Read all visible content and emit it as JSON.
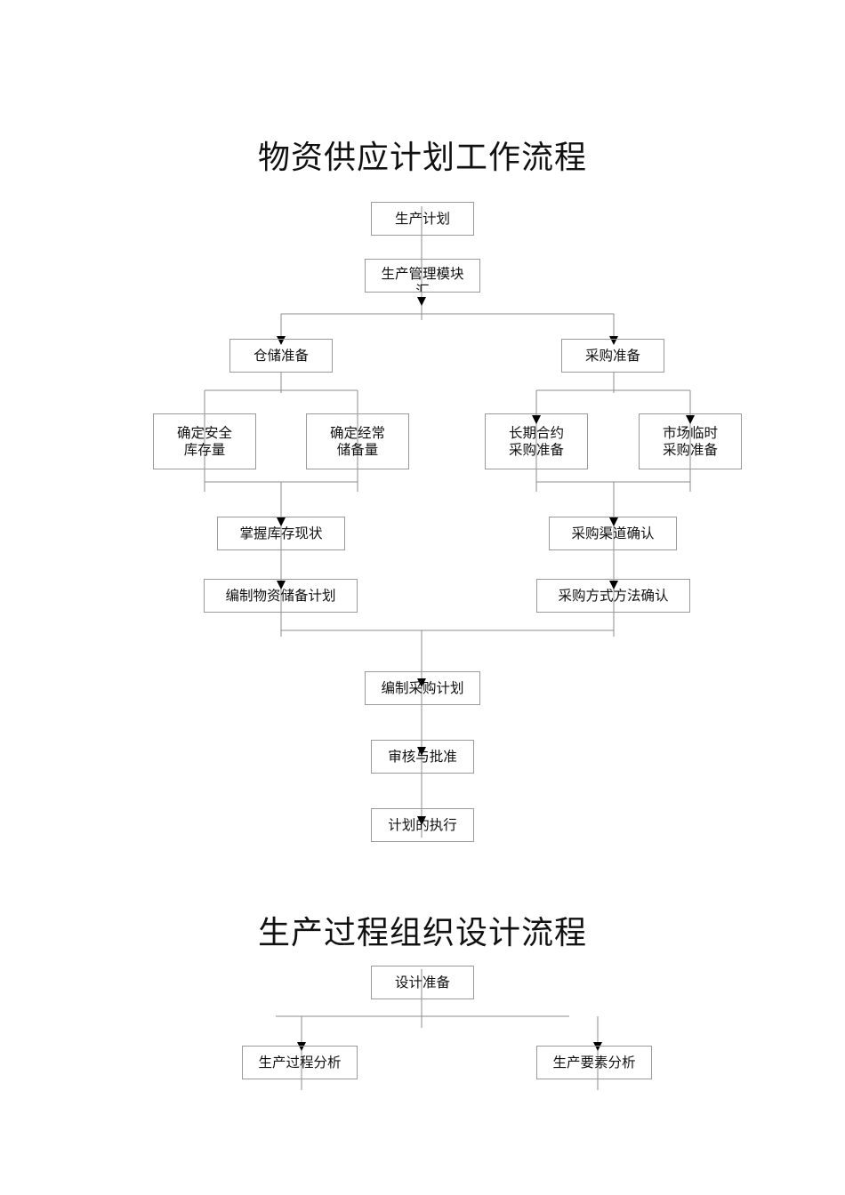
{
  "flow1": {
    "title": "物资供应计划工作流程",
    "nodes": {
      "production_plan": "生产计划",
      "prod_mgmt_module": "生产管理模块\n汇",
      "storage_prep": "仓储准备",
      "purchase_prep": "采购准备",
      "safety_stock": "确定安全\n库存量",
      "regular_stock": "确定经常\n储备量",
      "long_term": "长期合约\n采购准备",
      "market_temp": "市场临时\n采购准备",
      "inventory_status": "掌握库存现状",
      "channel_confirm": "采购渠道确认",
      "storage_plan": "编制物资储备计划",
      "method_confirm": "采购方式方法确认",
      "procurement_plan": "编制采购计划",
      "review_approve": "审核与批准",
      "plan_execute": "计划的执行"
    }
  },
  "flow2": {
    "title": "生产过程组织设计流程",
    "nodes": {
      "design_prep": "设计准备",
      "process_analysis": "生产过程分析",
      "element_analysis": "生产要素分析"
    }
  }
}
